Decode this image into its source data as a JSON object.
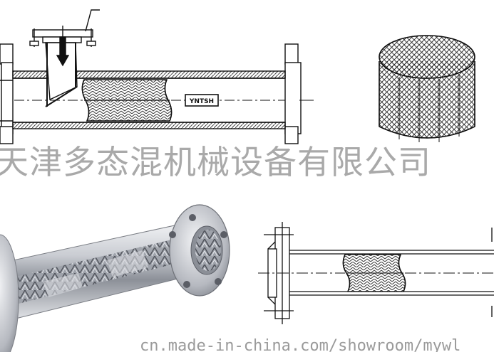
{
  "drawing": {
    "label_tag": "YNTSH"
  },
  "watermark": {
    "company": "天津多态混机械设备有限公司"
  },
  "footer": {
    "url": "cn.made-in-china.com/showroom/mywl"
  },
  "colors": {
    "line": "#111111",
    "hatch": "#333333",
    "steel_light": "#e6e8ec",
    "steel_dark": "#6e7178",
    "watermark": "#a9a9a9"
  }
}
